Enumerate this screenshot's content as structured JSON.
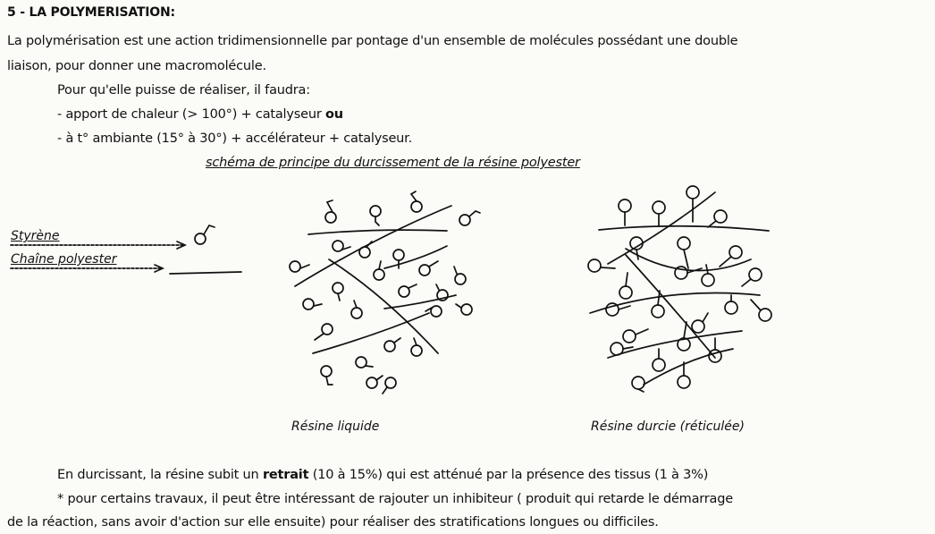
{
  "title": "5 - LA POLYMERISATION:",
  "paragraph1_line1": "La polymérisation est une action tridimensionnelle par pontage d'un ensemble de molécules possédant une double",
  "paragraph1_line2": "liaison, pour donner une macromolécule.",
  "condition_intro": "Pour qu'elle puisse de réaliser, il faudra:",
  "condition1_text": "- apport de chaleur (> 100°) + catalyseur",
  "condition1_or": "ou",
  "condition2": "- à t° ambiante (15° à 30°) + accélérateur + catalyseur.",
  "schema_caption": "schéma de principe du durcissement de la résine polyester",
  "legend": {
    "styrene": "Styrène",
    "polyester_chain": "Chaîne polyester"
  },
  "diagrams": {
    "liquid_resin": "Résine liquide",
    "cured_resin": "Résine durcie (réticulée)"
  },
  "footer": {
    "line1_before": "En durcissant, la résine subit un",
    "line1_bold": "retrait",
    "line1_after": "(10 à 15%) qui est atténué par la présence des tissus (1 à 3%)",
    "line2": "* pour certains travaux, il peut être intéressant de rajouter un inhibiteur ( produit qui retarde le démarrage",
    "line3": "de la réaction, sans avoir d'action sur elle ensuite) pour réaliser des stratifications longues ou difficiles."
  }
}
